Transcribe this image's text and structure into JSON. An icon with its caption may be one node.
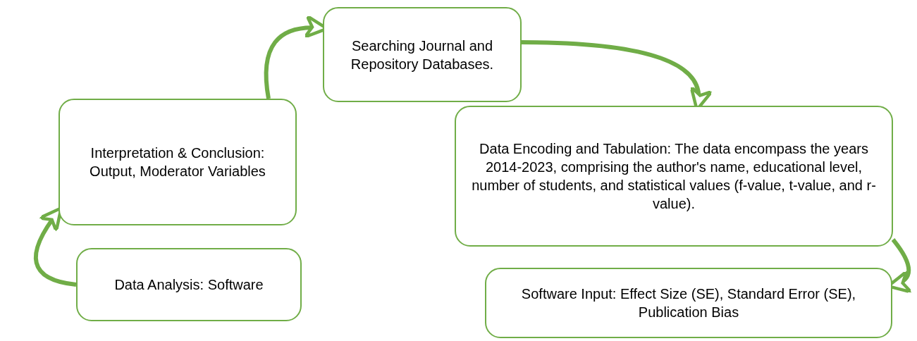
{
  "diagram": {
    "nodes": [
      {
        "text": [
          "Searching Journal and Repository Databases."
        ]
      },
      {
        "text": [
          "Interpretation & Conclusion: Output, Moderator Variables"
        ]
      },
      {
        "text": [
          "Data Encoding and Tabulation: The data encompass the years 2014-2023, comprising the author's name, educational level, number of students, and statistical values (f-value, t-value, and r-value)."
        ]
      },
      {
        "text": [
          "Data Analysis: Software"
        ]
      },
      {
        "text": [
          "Software Input: Effect Size (SE), Standard Error (SE), Publication Bias"
        ]
      }
    ],
    "edges": [
      {
        "from": 0,
        "to": 2,
        "arrow": "to"
      },
      {
        "from": 2,
        "to": 4,
        "arrow": "to"
      },
      {
        "from": 3,
        "to": 1,
        "arrow": "to"
      },
      {
        "from": 1,
        "to": 0,
        "arrow": "to"
      }
    ]
  }
}
